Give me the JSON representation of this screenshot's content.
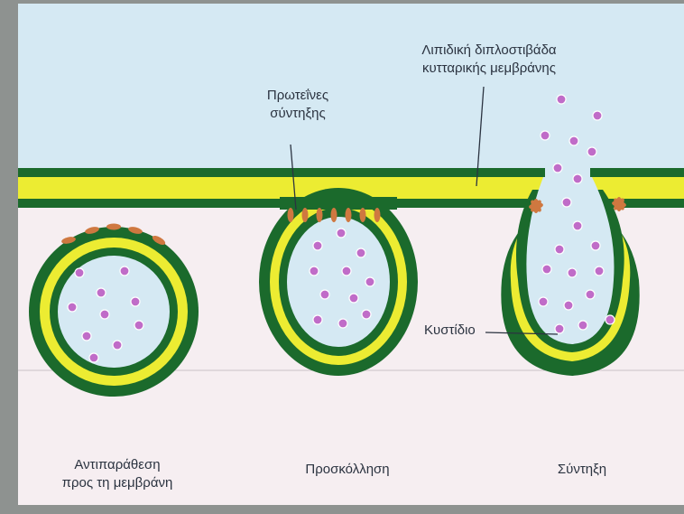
{
  "labels": {
    "lipid_bilayer": [
      "Λιπιδική διπλοστιβάδα",
      "κυτταρικής μεμβράνης"
    ],
    "fusion_proteins": [
      "Πρωτεΐνες",
      "σύντηξης"
    ],
    "vesicle": "Κυστίδιο",
    "stage_1": [
      "Αντιπαράθεση",
      "προς τη μεμβράνη"
    ],
    "stage_2": "Προσκόλληση",
    "stage_3": "Σύντηξη"
  },
  "colors": {
    "frame": "#8e9290",
    "extracellular": "#d5e9f3",
    "cytoplasm": "#f6eef1",
    "membrane_outer": "#1b6a2c",
    "membrane_core": "#ecec32",
    "vesicle_lumen": "#d5e9f3",
    "protein": "#cf7840",
    "cargo": "#c06cc8"
  }
}
